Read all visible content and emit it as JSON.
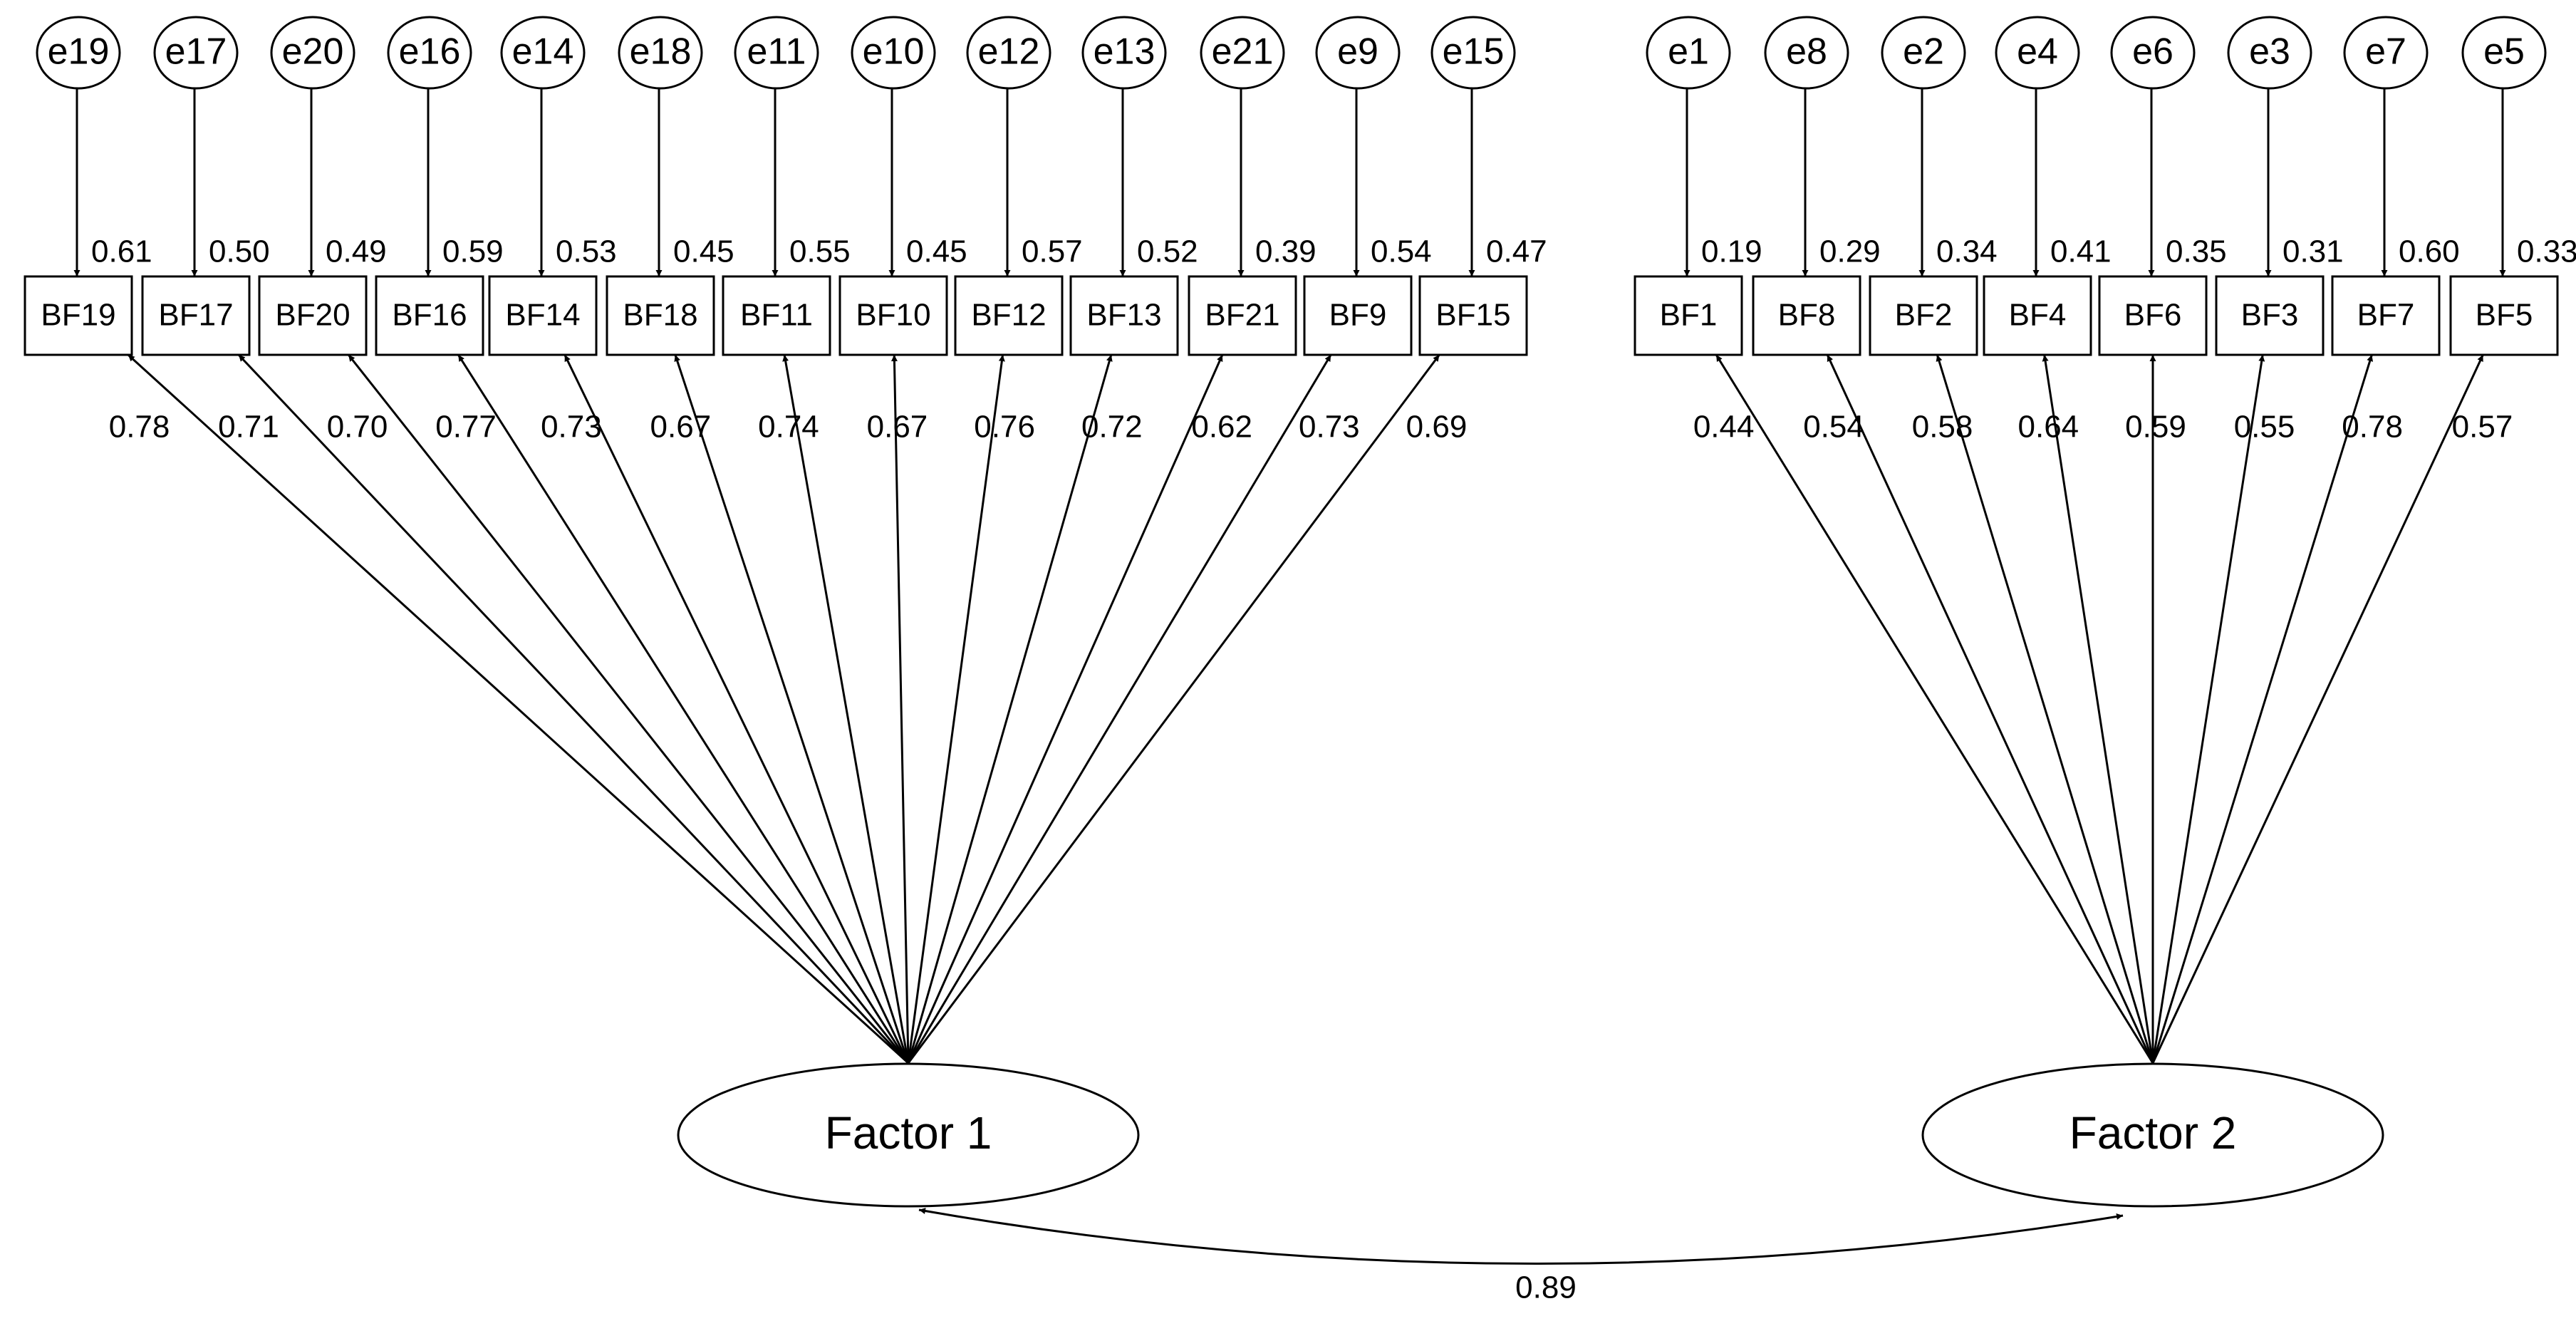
{
  "factors": [
    {
      "label": "Factor 1",
      "indicators": [
        {
          "label": "BF19",
          "error": "e19",
          "r2": "0.61",
          "loading": "0.78"
        },
        {
          "label": "BF17",
          "error": "e17",
          "r2": "0.50",
          "loading": "0.71"
        },
        {
          "label": "BF20",
          "error": "e20",
          "r2": "0.49",
          "loading": "0.70"
        },
        {
          "label": "BF16",
          "error": "e16",
          "r2": "0.59",
          "loading": "0.77"
        },
        {
          "label": "BF14",
          "error": "e14",
          "r2": "0.53",
          "loading": "0.73"
        },
        {
          "label": "BF18",
          "error": "e18",
          "r2": "0.45",
          "loading": "0.67"
        },
        {
          "label": "BF11",
          "error": "e11",
          "r2": "0.55",
          "loading": "0.74"
        },
        {
          "label": "BF10",
          "error": "e10",
          "r2": "0.45",
          "loading": "0.67"
        },
        {
          "label": "BF12",
          "error": "e12",
          "r2": "0.57",
          "loading": "0.76"
        },
        {
          "label": "BF13",
          "error": "e13",
          "r2": "0.52",
          "loading": "0.72"
        },
        {
          "label": "BF21",
          "error": "e21",
          "r2": "0.39",
          "loading": "0.62"
        },
        {
          "label": "BF9",
          "error": "e9",
          "r2": "0.54",
          "loading": "0.73"
        },
        {
          "label": "BF15",
          "error": "e15",
          "r2": "0.47",
          "loading": "0.69"
        }
      ]
    },
    {
      "label": "Factor 2",
      "indicators": [
        {
          "label": "BF1",
          "error": "e1",
          "r2": "0.19",
          "loading": "0.44"
        },
        {
          "label": "BF8",
          "error": "e8",
          "r2": "0.29",
          "loading": "0.54"
        },
        {
          "label": "BF2",
          "error": "e2",
          "r2": "0.34",
          "loading": "0.58"
        },
        {
          "label": "BF4",
          "error": "e4",
          "r2": "0.41",
          "loading": "0.64"
        },
        {
          "label": "BF6",
          "error": "e6",
          "r2": "0.35",
          "loading": "0.59"
        },
        {
          "label": "BF3",
          "error": "e3",
          "r2": "0.31",
          "loading": "0.55"
        },
        {
          "label": "BF7",
          "error": "e7",
          "r2": "0.60",
          "loading": "0.78"
        },
        {
          "label": "BF5",
          "error": "e5",
          "r2": "0.33",
          "loading": "0.57"
        }
      ]
    }
  ],
  "correlation": "0.89"
}
